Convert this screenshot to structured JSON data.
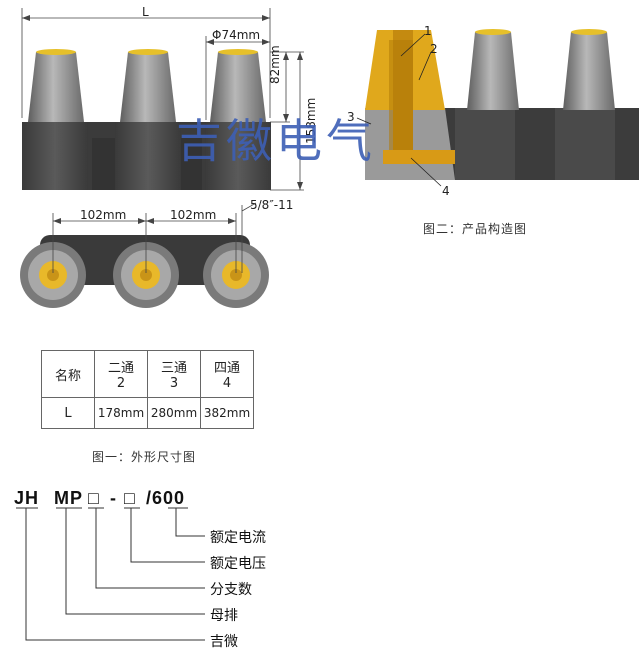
{
  "watermark": "吉徽电气",
  "figure1": {
    "dim_L": "L",
    "dim_phi": "Φ74mm",
    "dim_82": "82mm",
    "dim_158": "158mm",
    "dim_pitch_1": "102mm",
    "dim_pitch_2": "102mm",
    "dim_thread": "5/8″-11",
    "caption": "图一：外形尺寸图"
  },
  "figure2": {
    "callouts": [
      "1",
      "2",
      "3",
      "4"
    ],
    "caption": "图二：产品构造图"
  },
  "table": {
    "header_name": "名称",
    "columns": [
      {
        "line1": "二通",
        "line2": "2"
      },
      {
        "line1": "三通",
        "line2": "3"
      },
      {
        "line1": "四通",
        "line2": "4"
      }
    ],
    "row_label": "L",
    "values": [
      "178mm",
      "280mm",
      "382mm"
    ]
  },
  "model_code": {
    "parts": [
      "JH",
      "MP",
      "□",
      "-",
      "□",
      "/600"
    ],
    "legend": [
      "额定电流",
      "额定电压",
      "分支数",
      "母排",
      "吉微"
    ]
  }
}
